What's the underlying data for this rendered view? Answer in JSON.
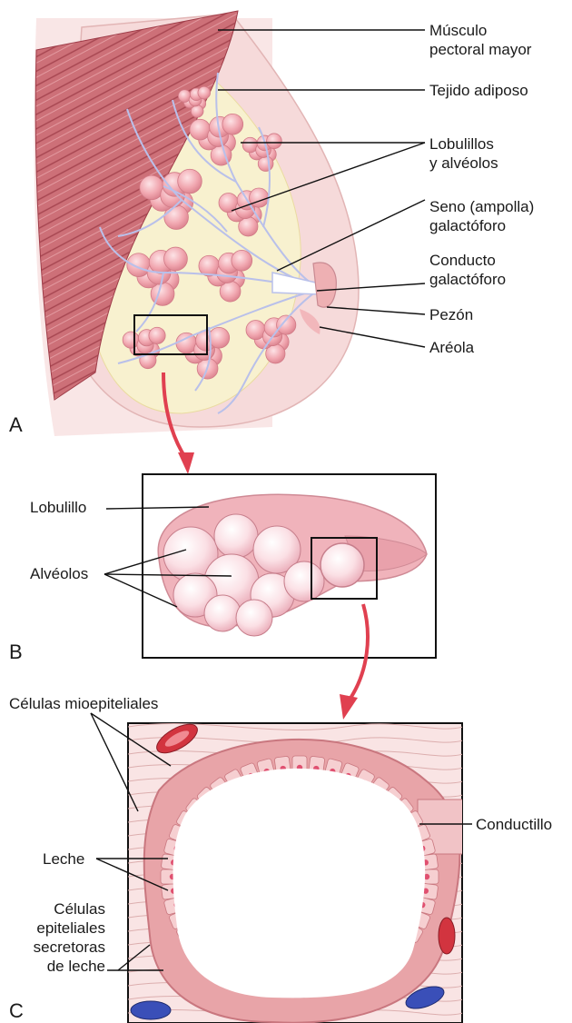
{
  "panels": {
    "a": {
      "letter": "A",
      "labels": {
        "musculo": "Músculo\npectoral mayor",
        "tejido": "Tejido adiposo",
        "lobulillos": "Lobulillos\ny alvéolos",
        "seno": "Seno (ampolla)\ngalactóforo",
        "conducto": "Conducto\ngalactóforo",
        "pezon": "Pezón",
        "areola": "Aréola"
      }
    },
    "b": {
      "letter": "B",
      "labels": {
        "lobulillo": "Lobulillo",
        "alveolos": "Alvéolos"
      }
    },
    "c": {
      "letter": "C",
      "labels": {
        "mioepiteliales": "Células mioepiteliales",
        "conductillo": "Conductillo",
        "leche": "Leche",
        "secretoras": "Células\nepiteliales\nsecretoras\nde leche"
      }
    }
  },
  "colors": {
    "muscle": "#c96a72",
    "tissue": "#f6dede",
    "fat": "#f7f0cc",
    "lobule": "#ef9fa8",
    "vessel": "#b7bfe8",
    "arrow": "#e04050",
    "cell": "#f3c3c6",
    "nucleus": "#e05070"
  }
}
